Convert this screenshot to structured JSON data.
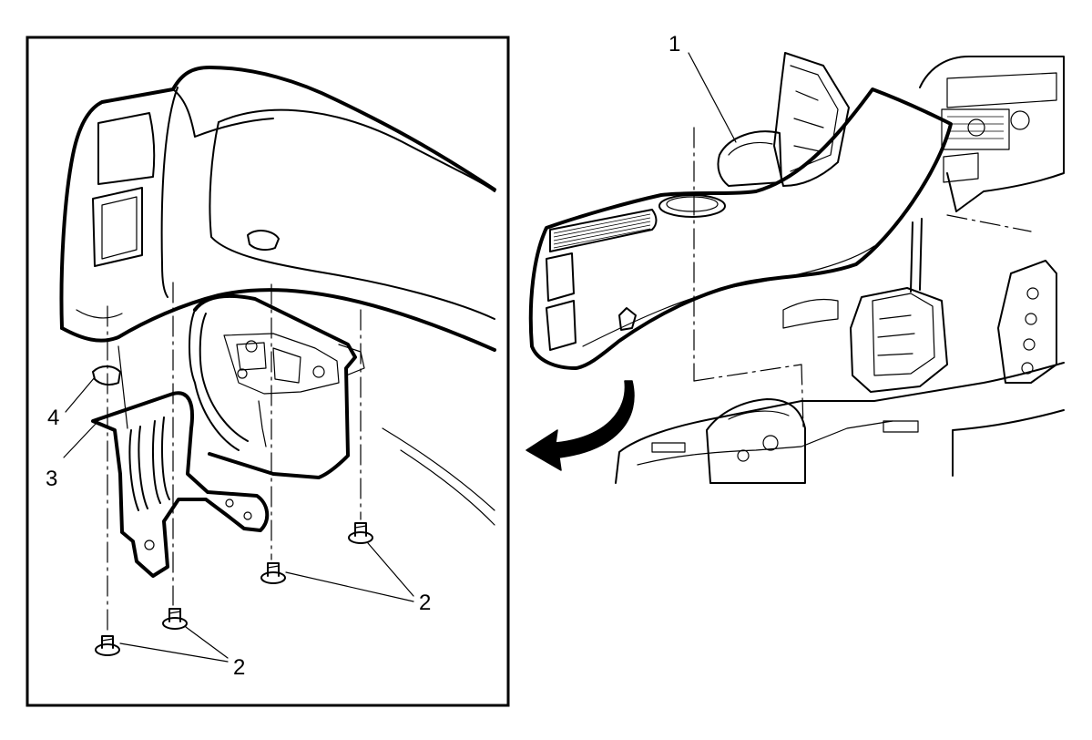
{
  "callouts": {
    "c1": "1",
    "c2_lower": "2",
    "c2_upper": "2",
    "c3": "3",
    "c4": "4"
  },
  "colors": {
    "ink": "#000000",
    "paper": "#ffffff",
    "shade": "#e6e6e6"
  },
  "icons": {
    "removal_direction": "curved-arrow-left-icon",
    "fastener": "screw-icon"
  }
}
